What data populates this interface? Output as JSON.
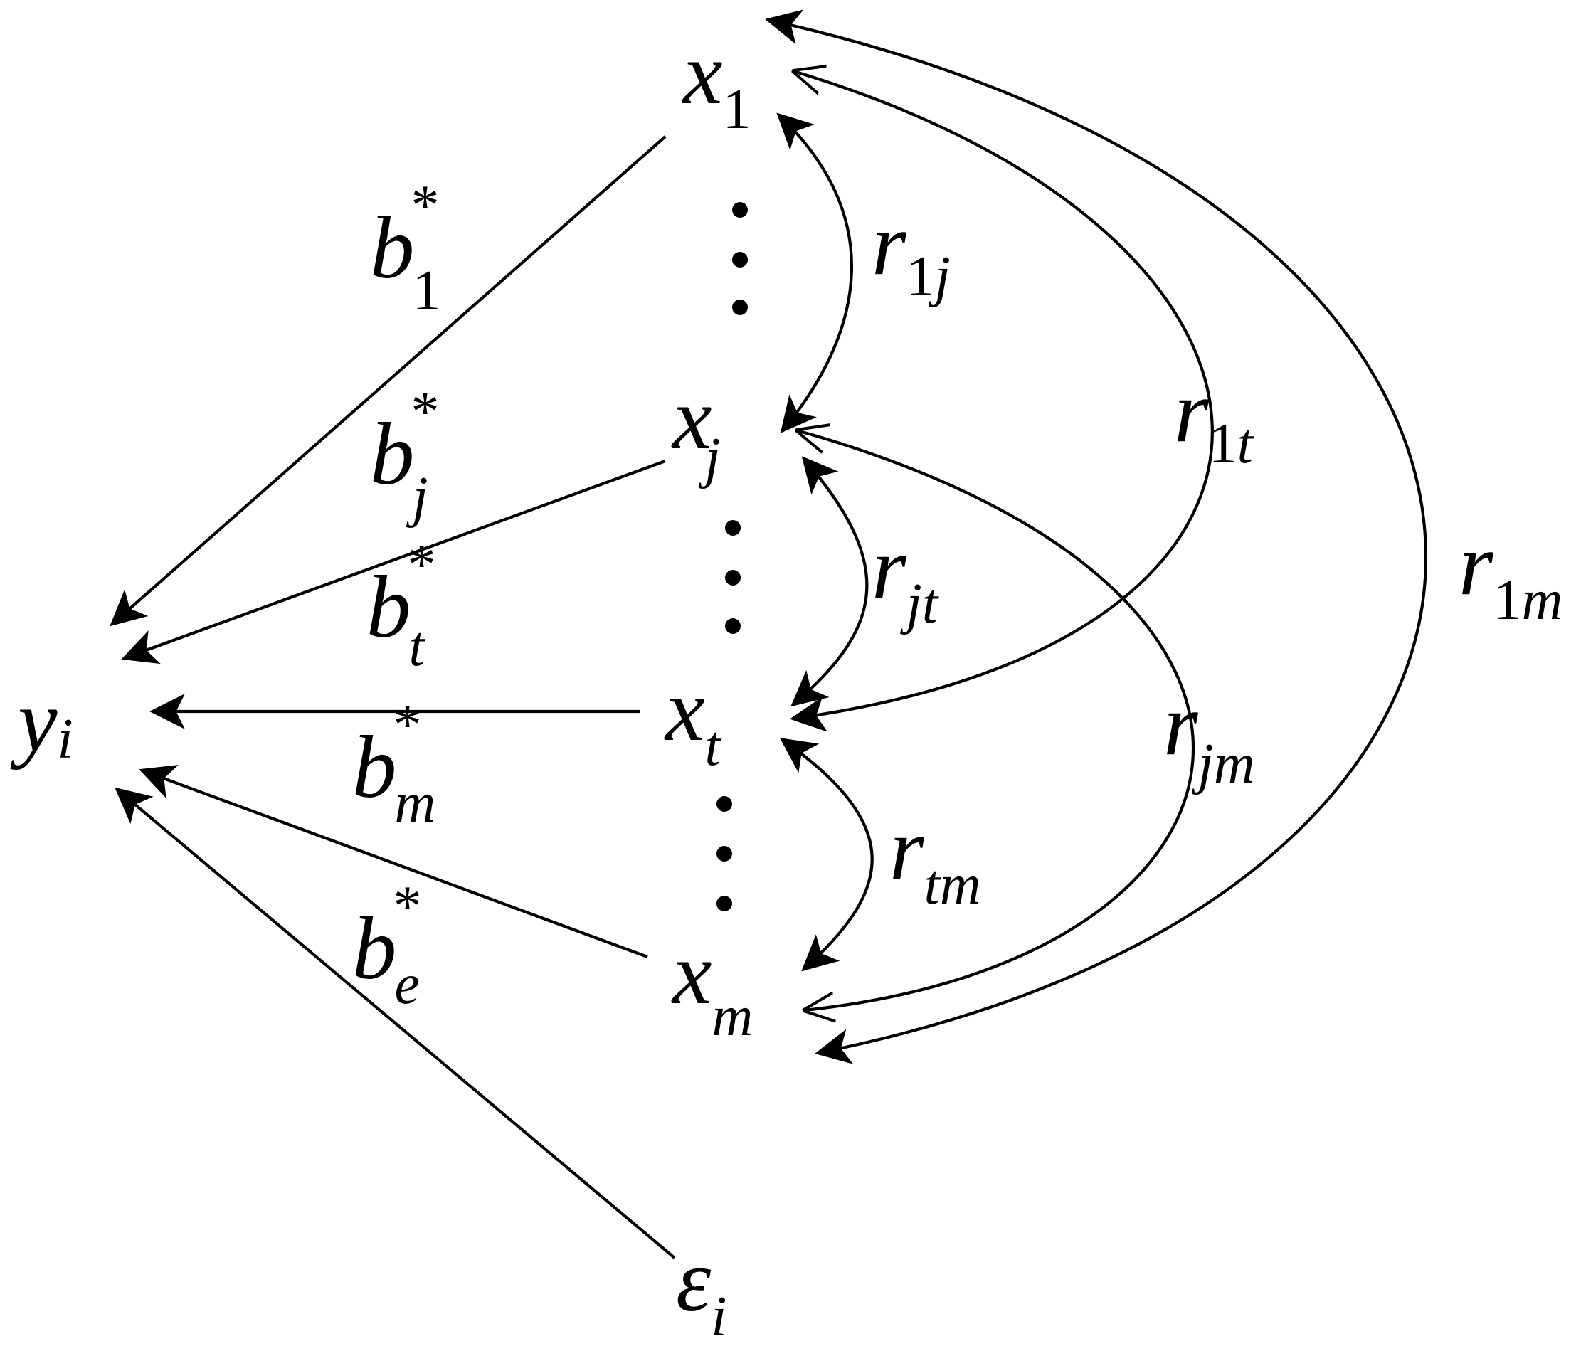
{
  "nodes": {
    "y": {
      "base": "y",
      "sub": "i"
    },
    "x1": {
      "base": "x",
      "sub": "1"
    },
    "xj": {
      "base": "x",
      "sub": "j"
    },
    "xt": {
      "base": "x",
      "sub": "t"
    },
    "xm": {
      "base": "x",
      "sub": "m"
    },
    "eps": {
      "base": "ε",
      "sub": "i"
    }
  },
  "path_coefficients": [
    {
      "base": "b",
      "sup": "*",
      "sub": "1"
    },
    {
      "base": "b",
      "sup": "*",
      "sub": "j"
    },
    {
      "base": "b",
      "sup": "*",
      "sub": "t"
    },
    {
      "base": "b",
      "sup": "*",
      "sub": "m"
    },
    {
      "base": "b",
      "sup": "*",
      "sub": "e"
    }
  ],
  "correlations": [
    {
      "base": "r",
      "sub_num": "1",
      "sub_var": "j"
    },
    {
      "base": "r",
      "sub_num": "1",
      "sub_var": "t"
    },
    {
      "base": "r",
      "sub_num": "1",
      "sub_var": "m"
    },
    {
      "base": "r",
      "sub_num": "",
      "sub_var": "jt"
    },
    {
      "base": "r",
      "sub_num": "",
      "sub_var": "jm"
    },
    {
      "base": "r",
      "sub_num": "",
      "sub_var": "tm"
    }
  ],
  "ellipsis": "⋮"
}
